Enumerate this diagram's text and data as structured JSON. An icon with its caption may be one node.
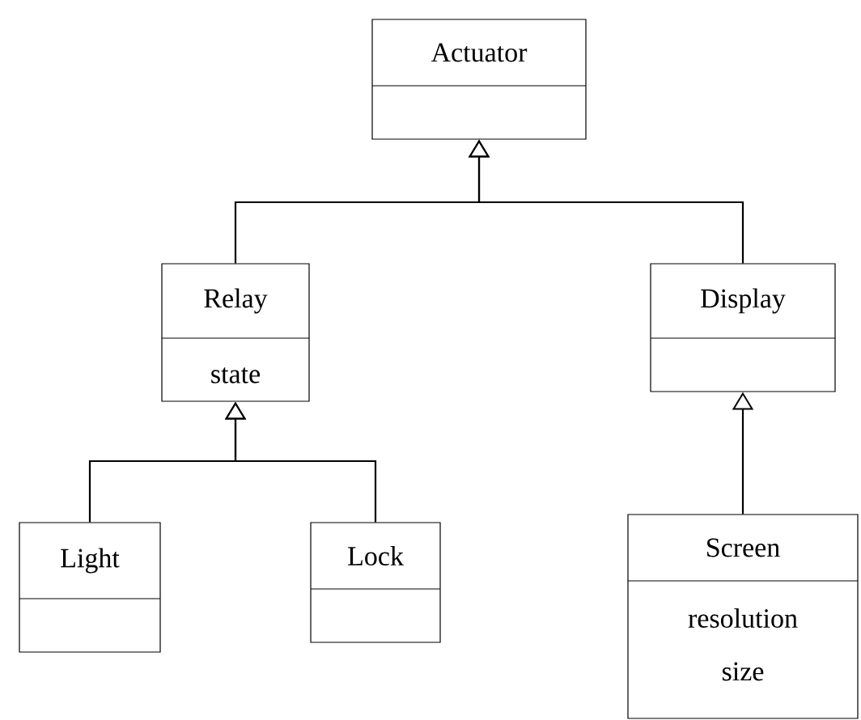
{
  "diagram": {
    "nodes": [
      {
        "text": [
          "Actuator"
        ]
      },
      {
        "text": [
          "Relay",
          "state"
        ]
      },
      {
        "text": [
          "Display"
        ]
      },
      {
        "text": [
          "Light"
        ]
      },
      {
        "text": [
          "Lock"
        ]
      },
      {
        "text": [
          "Screen",
          "resolution",
          "size"
        ]
      }
    ],
    "edges": [
      {
        "from": 1,
        "to": 0,
        "arrow": "to"
      },
      {
        "from": 2,
        "to": 0,
        "arrow": "to"
      },
      {
        "from": 3,
        "to": 1,
        "arrow": "to"
      },
      {
        "from": 4,
        "to": 1,
        "arrow": "to"
      },
      {
        "from": 5,
        "to": 2,
        "arrow": "to"
      }
    ]
  }
}
